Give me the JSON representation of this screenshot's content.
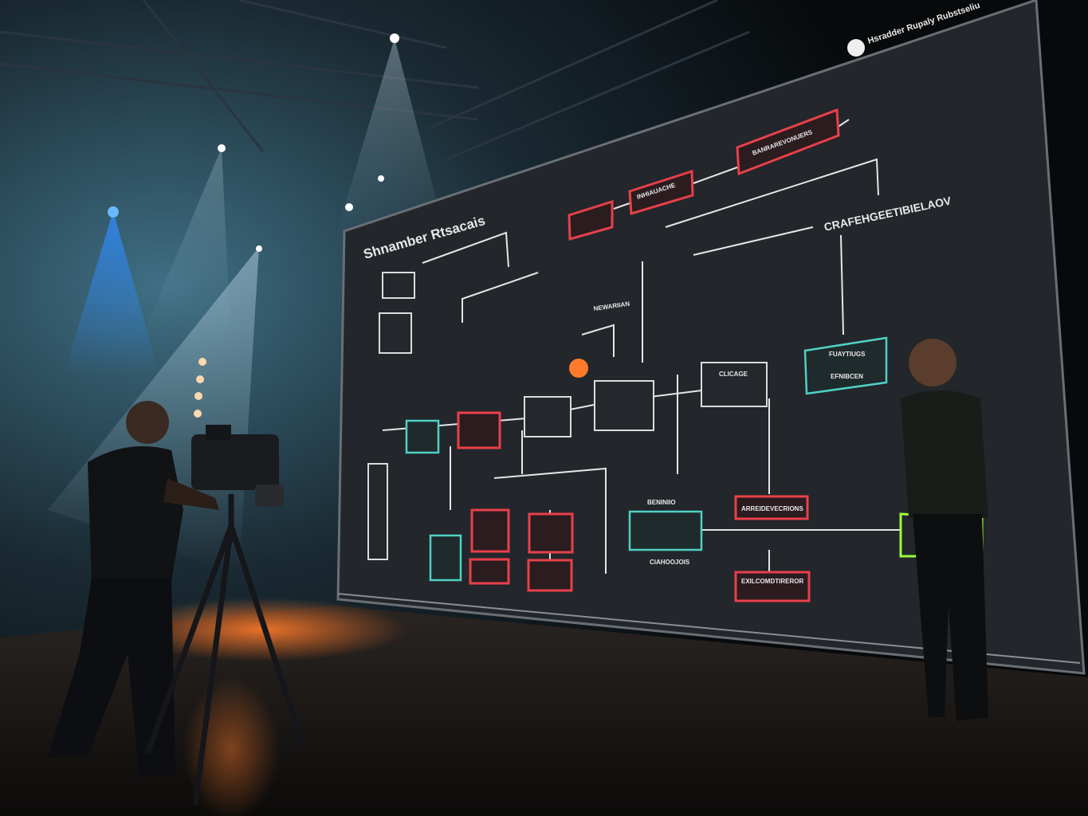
{
  "screen": {
    "title": "Shnamber Rtsacais",
    "corner_label": "Hsradder Rupaly Rubstseliu",
    "right_heading": "CRAFEHGEETIBIELAOV",
    "labels": [
      "FUAYTIUGS",
      "EFNIBCEN",
      "CLICAGE",
      "BANRAREVONUERS",
      "INHIAUACHE",
      "ARREIDEVECRIONS",
      "EXILCOMDTIREROR",
      "BENINIIO",
      "CIAHOOJOIS",
      "NEWARIIAN"
    ]
  },
  "colors": {
    "screen_bg": "#23262b",
    "accent_red": "#e8404a",
    "accent_teal": "#4fd1c5",
    "accent_green": "#9dff3a",
    "spotlight_blue": "#2f8cff",
    "floor_orange": "#ff7a2a"
  }
}
